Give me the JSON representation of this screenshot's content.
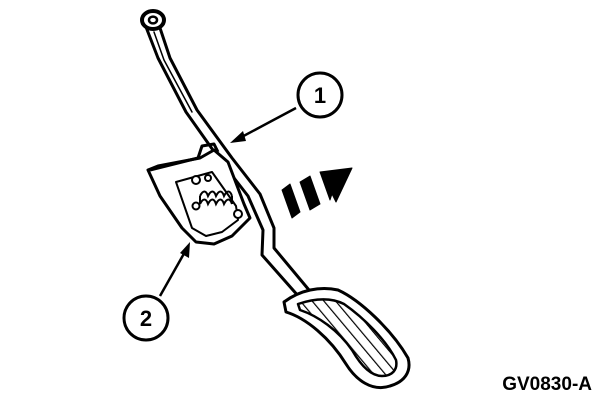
{
  "diagram": {
    "callouts": [
      {
        "label": "1"
      },
      {
        "label": "2"
      }
    ],
    "figure_id": "GV0830-A",
    "colors": {
      "ink": "#000000",
      "paper": "#ffffff"
    }
  }
}
